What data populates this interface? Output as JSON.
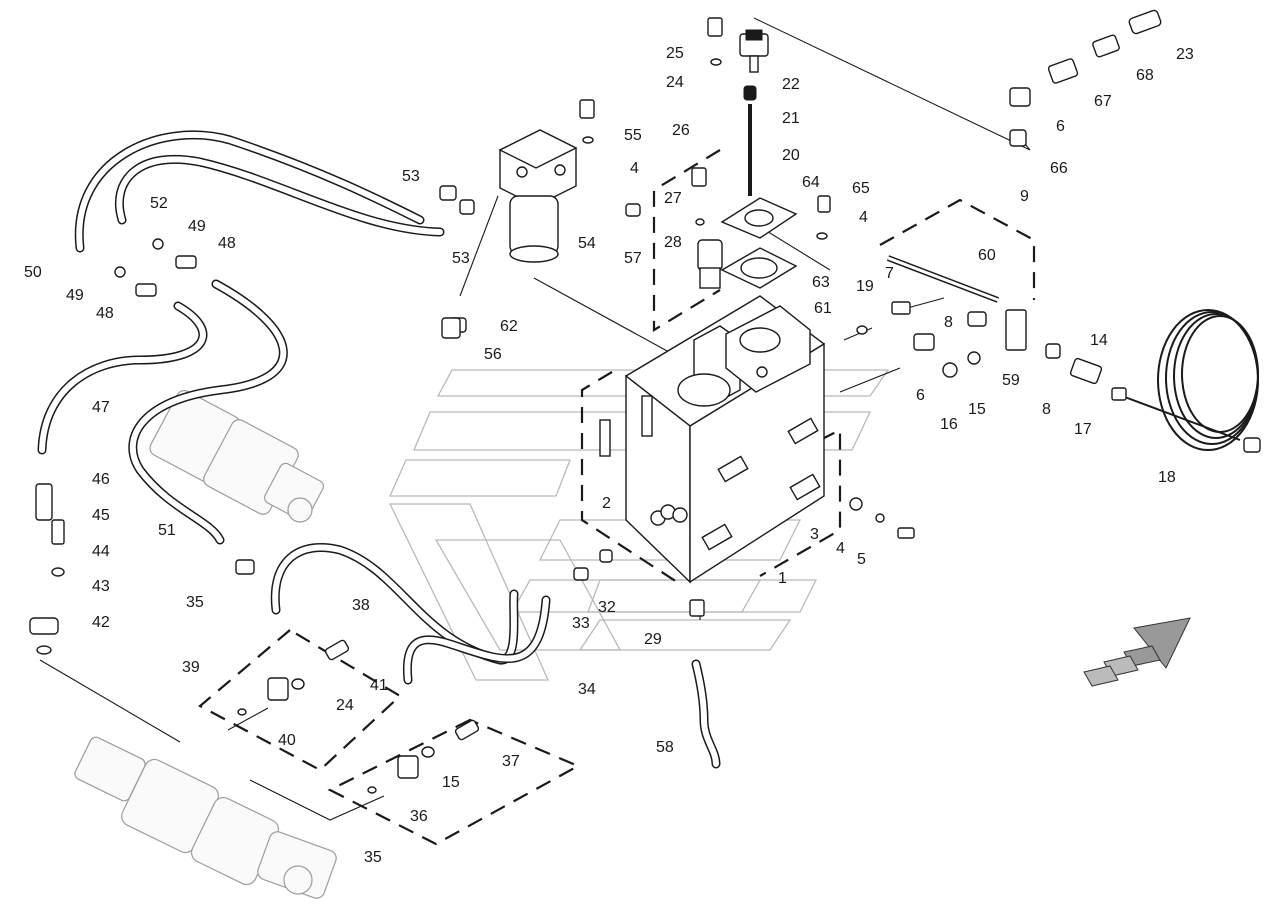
{
  "callouts": [
    {
      "id": "c1",
      "text": "1"
    },
    {
      "id": "c2",
      "text": "2"
    },
    {
      "id": "c3",
      "text": "3"
    },
    {
      "id": "c4a",
      "text": "4"
    },
    {
      "id": "c4b",
      "text": "4"
    },
    {
      "id": "c4c",
      "text": "4"
    },
    {
      "id": "c5",
      "text": "5"
    },
    {
      "id": "c6a",
      "text": "6"
    },
    {
      "id": "c6b",
      "text": "6"
    },
    {
      "id": "c7",
      "text": "7"
    },
    {
      "id": "c8a",
      "text": "8"
    },
    {
      "id": "c8b",
      "text": "8"
    },
    {
      "id": "c9",
      "text": "9"
    },
    {
      "id": "c14",
      "text": "14"
    },
    {
      "id": "c15a",
      "text": "15"
    },
    {
      "id": "c15b",
      "text": "15"
    },
    {
      "id": "c16",
      "text": "16"
    },
    {
      "id": "c17",
      "text": "17"
    },
    {
      "id": "c18",
      "text": "18"
    },
    {
      "id": "c19",
      "text": "19"
    },
    {
      "id": "c20",
      "text": "20"
    },
    {
      "id": "c21",
      "text": "21"
    },
    {
      "id": "c22",
      "text": "22"
    },
    {
      "id": "c23",
      "text": "23"
    },
    {
      "id": "c24a",
      "text": "24"
    },
    {
      "id": "c24b",
      "text": "24"
    },
    {
      "id": "c25",
      "text": "25"
    },
    {
      "id": "c26",
      "text": "26"
    },
    {
      "id": "c27",
      "text": "27"
    },
    {
      "id": "c28",
      "text": "28"
    },
    {
      "id": "c29",
      "text": "29"
    },
    {
      "id": "c32",
      "text": "32"
    },
    {
      "id": "c33",
      "text": "33"
    },
    {
      "id": "c34",
      "text": "34"
    },
    {
      "id": "c35a",
      "text": "35"
    },
    {
      "id": "c35b",
      "text": "35"
    },
    {
      "id": "c36",
      "text": "36"
    },
    {
      "id": "c37",
      "text": "37"
    },
    {
      "id": "c38",
      "text": "38"
    },
    {
      "id": "c39",
      "text": "39"
    },
    {
      "id": "c40",
      "text": "40"
    },
    {
      "id": "c41",
      "text": "41"
    },
    {
      "id": "c42",
      "text": "42"
    },
    {
      "id": "c43",
      "text": "43"
    },
    {
      "id": "c44",
      "text": "44"
    },
    {
      "id": "c45",
      "text": "45"
    },
    {
      "id": "c46",
      "text": "46"
    },
    {
      "id": "c47",
      "text": "47"
    },
    {
      "id": "c48a",
      "text": "48"
    },
    {
      "id": "c48b",
      "text": "48"
    },
    {
      "id": "c49a",
      "text": "49"
    },
    {
      "id": "c49b",
      "text": "49"
    },
    {
      "id": "c50",
      "text": "50"
    },
    {
      "id": "c51",
      "text": "51"
    },
    {
      "id": "c52",
      "text": "52"
    },
    {
      "id": "c53a",
      "text": "53"
    },
    {
      "id": "c53b",
      "text": "53"
    },
    {
      "id": "c54",
      "text": "54"
    },
    {
      "id": "c55",
      "text": "55"
    },
    {
      "id": "c56",
      "text": "56"
    },
    {
      "id": "c57",
      "text": "57"
    },
    {
      "id": "c58",
      "text": "58"
    },
    {
      "id": "c59",
      "text": "59"
    },
    {
      "id": "c60",
      "text": "60"
    },
    {
      "id": "c61",
      "text": "61"
    },
    {
      "id": "c62",
      "text": "62"
    },
    {
      "id": "c63",
      "text": "63"
    },
    {
      "id": "c64",
      "text": "64"
    },
    {
      "id": "c65",
      "text": "65"
    },
    {
      "id": "c66",
      "text": "66"
    },
    {
      "id": "c67",
      "text": "67"
    },
    {
      "id": "c68",
      "text": "68"
    }
  ]
}
